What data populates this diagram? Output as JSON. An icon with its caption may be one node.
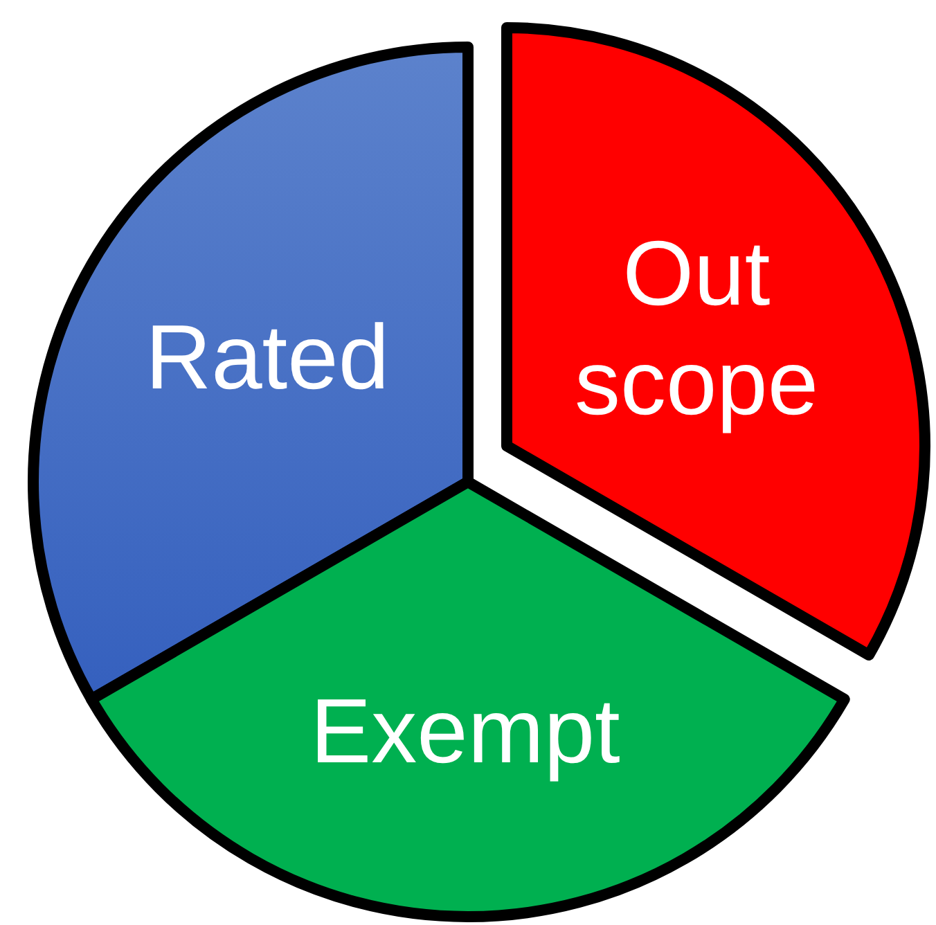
{
  "diagram": {
    "nodes": [
      {
        "text": [
          "Rated"
        ]
      },
      {
        "text": [
          "Out scope"
        ]
      },
      {
        "text": [
          "Exempt"
        ]
      }
    ]
  }
}
